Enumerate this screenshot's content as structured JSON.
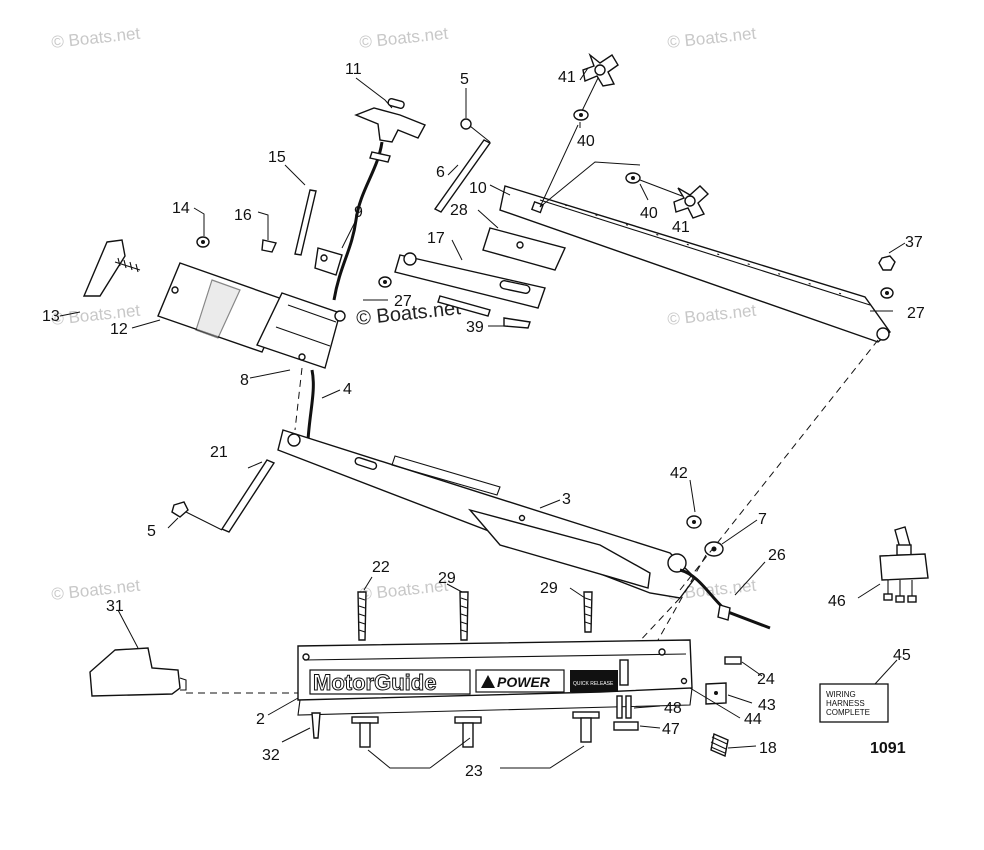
{
  "watermark": {
    "text": "© Boats.net",
    "center_text": "© Boats.net"
  },
  "diagram_code": "1091",
  "brand": {
    "logo": "MotorGuide",
    "power": "POWER",
    "badge": "QUICK RELEASE"
  },
  "harness_label": {
    "line1": "WIRING",
    "line2": "HARNESS",
    "line3": "COMPLETE"
  },
  "part_numbers": {
    "p2": "2",
    "p3": "3",
    "p4": "4",
    "p5a": "5",
    "p5b": "5",
    "p6": "6",
    "p7": "7",
    "p8": "8",
    "p9": "9",
    "p10": "10",
    "p11": "11",
    "p12": "12",
    "p13": "13",
    "p14": "14",
    "p15": "15",
    "p16": "16",
    "p17": "17",
    "p18": "18",
    "p21": "21",
    "p22": "22",
    "p23": "23",
    "p24": "24",
    "p26": "26",
    "p27a": "27",
    "p27b": "27",
    "p28": "28",
    "p29a": "29",
    "p29b": "29",
    "p31": "31",
    "p32": "32",
    "p37": "37",
    "p39": "39",
    "p40a": "40",
    "p40b": "40",
    "p41a": "41",
    "p41b": "41",
    "p42": "42",
    "p43": "43",
    "p44": "44",
    "p45": "45",
    "p46": "46",
    "p47": "47",
    "p48": "48"
  }
}
